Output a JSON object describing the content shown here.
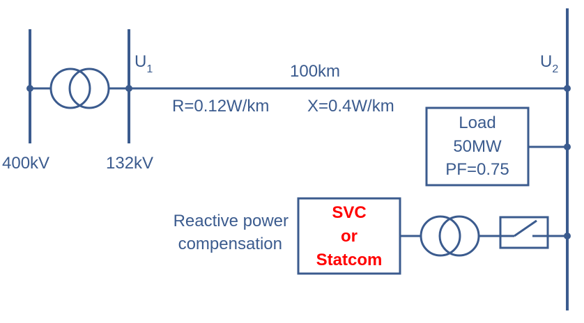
{
  "buses": {
    "u1": {
      "base": "U",
      "sub": "1"
    },
    "u2": {
      "base": "U",
      "sub": "2"
    },
    "v400": "400kV",
    "v132": "132kV"
  },
  "line": {
    "length": "100km",
    "resistance": "R=0.12W/km",
    "reactance": "X=0.4W/km"
  },
  "load": {
    "title": "Load",
    "power": "50MW",
    "pf": "PF=0.75"
  },
  "compensation": {
    "label_line1": "Reactive power",
    "label_line2": "compensation",
    "device_line1": "SVC",
    "device_line2": "or",
    "device_line3": "Statcom"
  },
  "colors": {
    "line": "#3b5b8e",
    "device_text": "#ff0000"
  }
}
